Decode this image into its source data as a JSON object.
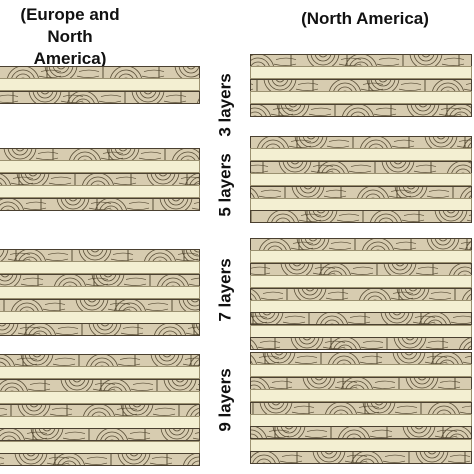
{
  "headings": {
    "left": "(Europe and North\nAmerica)",
    "right": "(North America)"
  },
  "layer_labels": [
    "3 layers",
    "5 layers",
    "7 layers",
    "9 layers"
  ],
  "colors": {
    "longitudinal_layer": "#d7ccb0",
    "cross_layer": "#f3efd2",
    "grain_lines": "#5a4f38"
  }
}
